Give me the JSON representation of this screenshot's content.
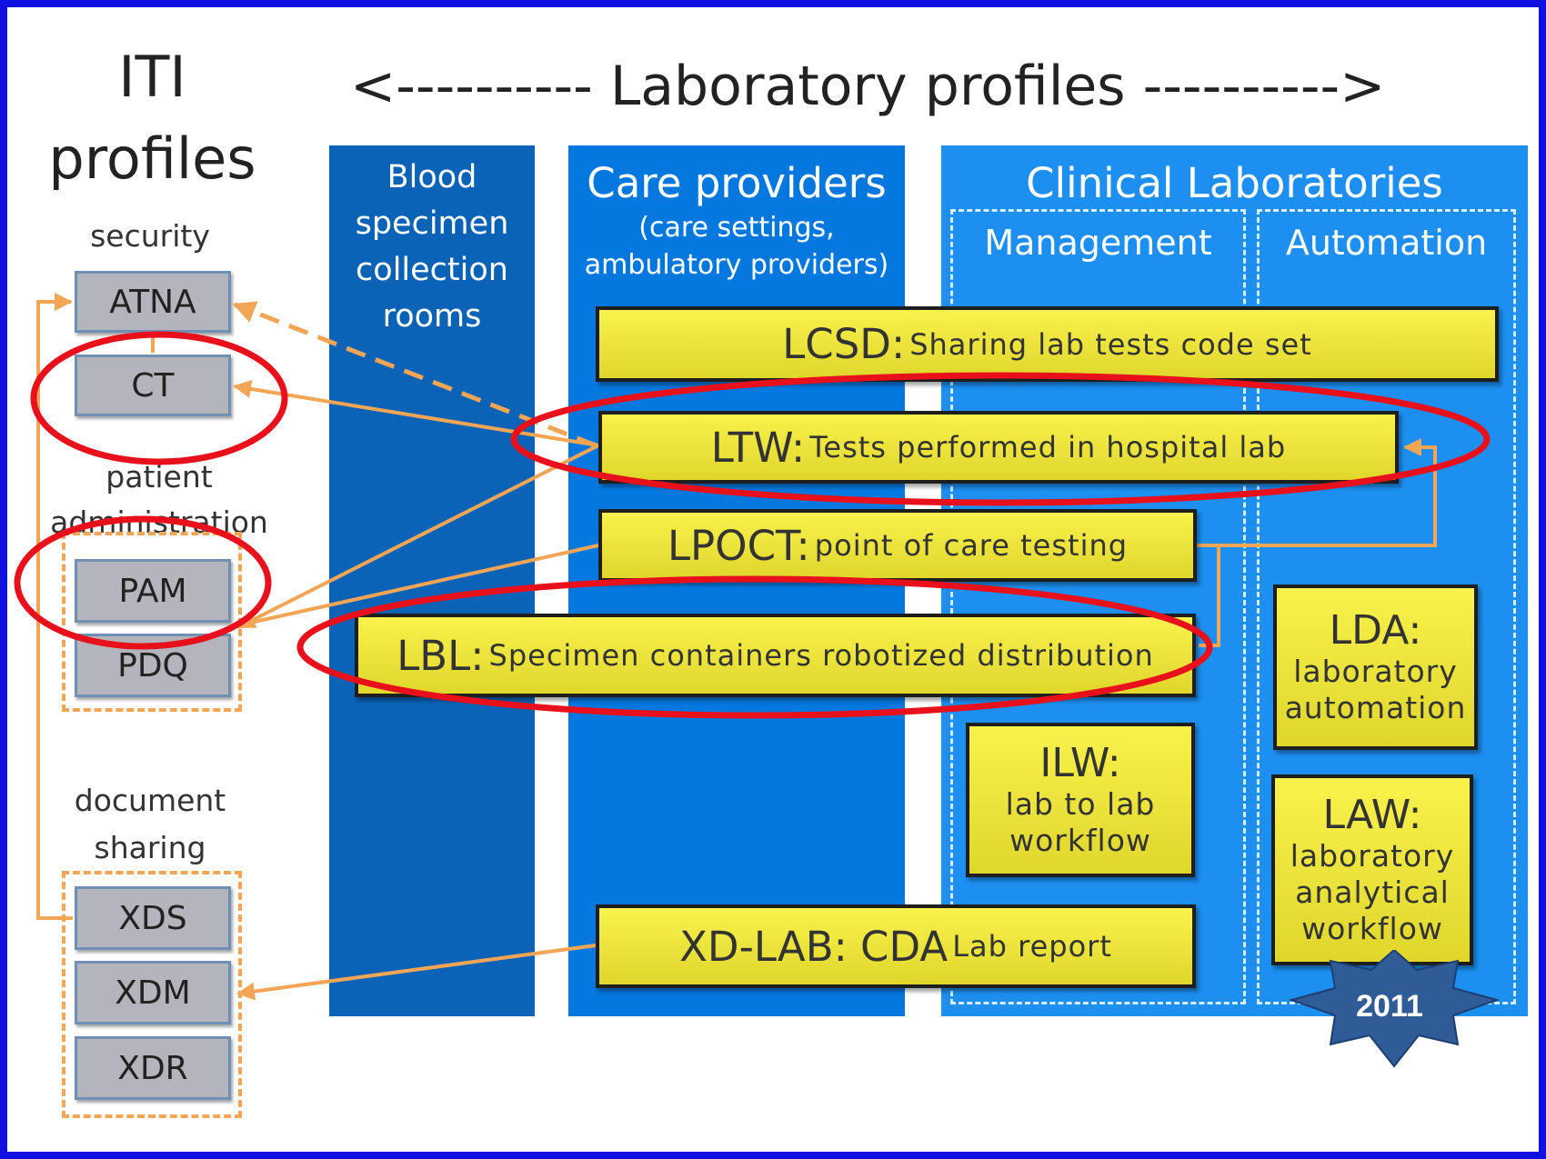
{
  "iti": {
    "title_line1": "ITI",
    "title_line2": "profiles",
    "security": {
      "label": "security",
      "items": [
        "ATNA",
        "CT"
      ]
    },
    "patient_admin": {
      "label_line1": "patient",
      "label_line2": "administration",
      "items": [
        "PAM",
        "PDQ"
      ]
    },
    "document_sharing": {
      "label_line1": "document",
      "label_line2": "sharing",
      "items": [
        "XDS",
        "XDM",
        "XDR"
      ]
    }
  },
  "lab_header": "<---------- Laboratory   profiles ---------->",
  "columns": {
    "blood": {
      "lines": [
        "Blood",
        "specimen",
        "collection",
        "rooms"
      ]
    },
    "care": {
      "title": "Care providers",
      "sub1": "(care settings,",
      "sub2": "ambulatory providers)"
    },
    "clinical": {
      "title": "Clinical Laboratories",
      "management": "Management",
      "automation": "Automation"
    }
  },
  "profiles": {
    "lcsd": {
      "code": "LCSD:",
      "desc": "Sharing lab tests code set"
    },
    "ltw": {
      "code": "LTW:",
      "desc": "Tests performed in hospital lab"
    },
    "lpoct": {
      "code": "LPOCT:",
      "desc": "point of care testing"
    },
    "lbl": {
      "code": "LBL:",
      "desc": "Specimen containers robotized distribution"
    },
    "xdlab": {
      "code": "XD-LAB: CDA",
      "desc": "Lab report"
    },
    "lda": {
      "code": "LDA:",
      "desc_line1": "laboratory",
      "desc_line2": "automation"
    },
    "ilw": {
      "code": "ILW:",
      "desc_line1": "lab to lab",
      "desc_line2": "workflow"
    },
    "law": {
      "code": "LAW:",
      "desc_line1": "laboratory",
      "desc_line2": "analytical",
      "desc_line3": "workflow"
    }
  },
  "badge": "2011",
  "colors": {
    "frame": "#1010e0",
    "highlight": "#e8101a",
    "connector": "#f2a655",
    "profile_fill": "#f3ec3e",
    "iti_box": "#b4b4bc"
  }
}
